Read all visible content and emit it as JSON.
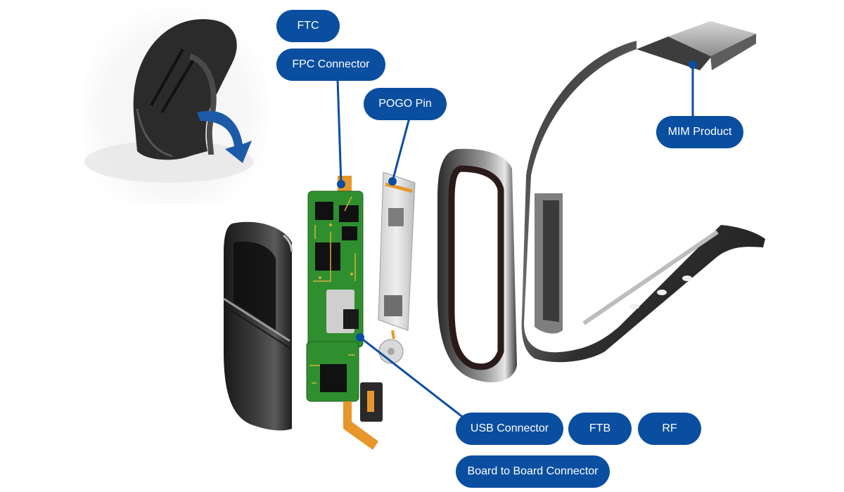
{
  "labels": {
    "ftc": "FTC",
    "fpc_connector": "FPC Connector",
    "pogo_pin": "POGO Pin",
    "mim_product": "MIM Product",
    "usb_connector": "USB Connector",
    "ftb": "FTB",
    "rf": "RF",
    "board_to_board_connector": "Board to Board Connector"
  },
  "colors": {
    "label_fill": "#0a4ea0",
    "label_text": "#ffffff",
    "leader_line": "#0a4ea0",
    "pcb_green": "#2f8f2f",
    "flex_cable": "#e8962a",
    "band_dark": "#2a2a2a",
    "band_highlight": "#8a8a8a"
  },
  "icons": {
    "inset": "assembled-band-photo",
    "arrow": "blue-curved-arrow-icon"
  }
}
